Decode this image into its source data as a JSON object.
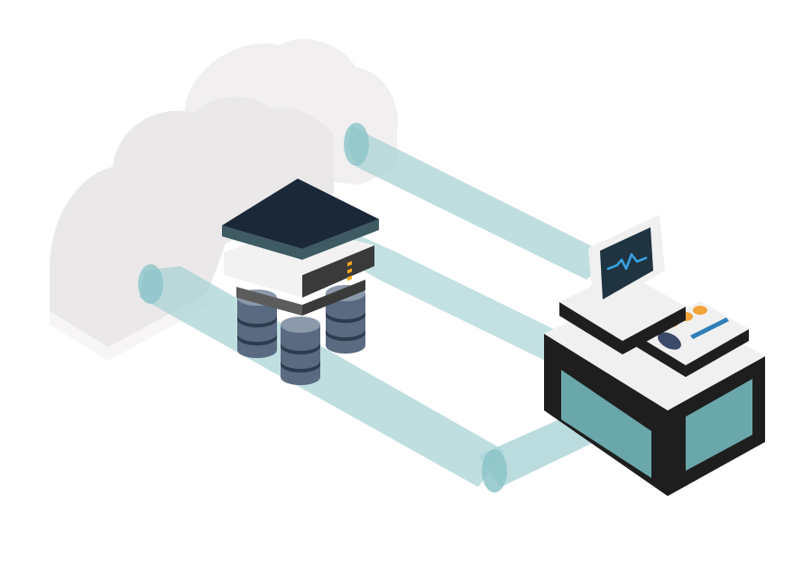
{
  "colors": {
    "background": "#ffffff",
    "cloud_front": "#eae8e8",
    "cloud_back": "#f1efef",
    "pipe": "#a9d3d6",
    "pipe_edge": "#8cc4c8",
    "server_top": "#1b2838",
    "server_top_edge": "#3e5a63",
    "server_band": "#f2f2f2",
    "server_band_dark": "#3a3a3a",
    "server_base": "#5c5c5c",
    "db_cylinder": "#5a6a80",
    "db_stripe": "#2e3b4e",
    "db_highlight": "#8b99ab",
    "indicator": "#f4a81c",
    "terminal_body": "#1e1e1e",
    "terminal_top": "#f0f0f0",
    "terminal_side_window": "#6aa7aa",
    "screen": "#1f3340",
    "screen_wave": "#3aa0e0",
    "panel_pill": "#f2a33a",
    "panel_bar": "#2d7fb8",
    "panel_oval": "#3a4a68"
  },
  "diagram": {
    "nodes": [
      {
        "id": "cloud",
        "icon": "cloud-icon"
      },
      {
        "id": "server",
        "icon": "server-stack-icon"
      },
      {
        "id": "databases",
        "icon": "database-cylinder-icon",
        "count": 3
      },
      {
        "id": "terminal",
        "icon": "monitoring-terminal-icon"
      }
    ],
    "connections": [
      {
        "from": "cloud",
        "to": "terminal"
      },
      {
        "from": "server",
        "to": "terminal"
      },
      {
        "from": "cloud",
        "to": "terminal",
        "via": "lower-pipe"
      }
    ]
  }
}
